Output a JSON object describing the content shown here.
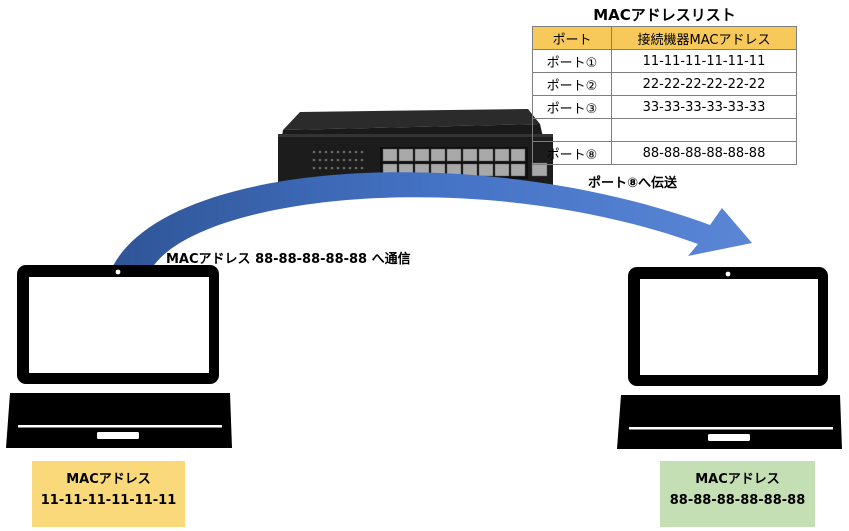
{
  "table": {
    "title": "MACアドレスリスト",
    "headers": [
      "ポート",
      "接続機器MACアドレス"
    ],
    "rows": [
      {
        "port": "ポート①",
        "mac": "11-11-11-11-11-11"
      },
      {
        "port": "ポート②",
        "mac": "22-22-22-22-22-22"
      },
      {
        "port": "ポート③",
        "mac": "33-33-33-33-33-33"
      },
      {
        "port": "",
        "mac": ""
      },
      {
        "port": "ポート⑧",
        "mac": "88-88-88-88-88-88"
      }
    ]
  },
  "labels": {
    "send": "MACアドレス 88-88-88-88-88 へ通信",
    "forward": "ポート⑧へ伝送"
  },
  "left_pc": {
    "title": "MACアドレス",
    "mac": "11-11-11-11-11-11"
  },
  "right_pc": {
    "title": "MACアドレス",
    "mac": "88-88-88-88-88-88"
  },
  "colors": {
    "arrow": "#4472c4",
    "table_header": "#f7c85a",
    "left_box": "#fad97a",
    "right_box": "#c5dfb5"
  }
}
